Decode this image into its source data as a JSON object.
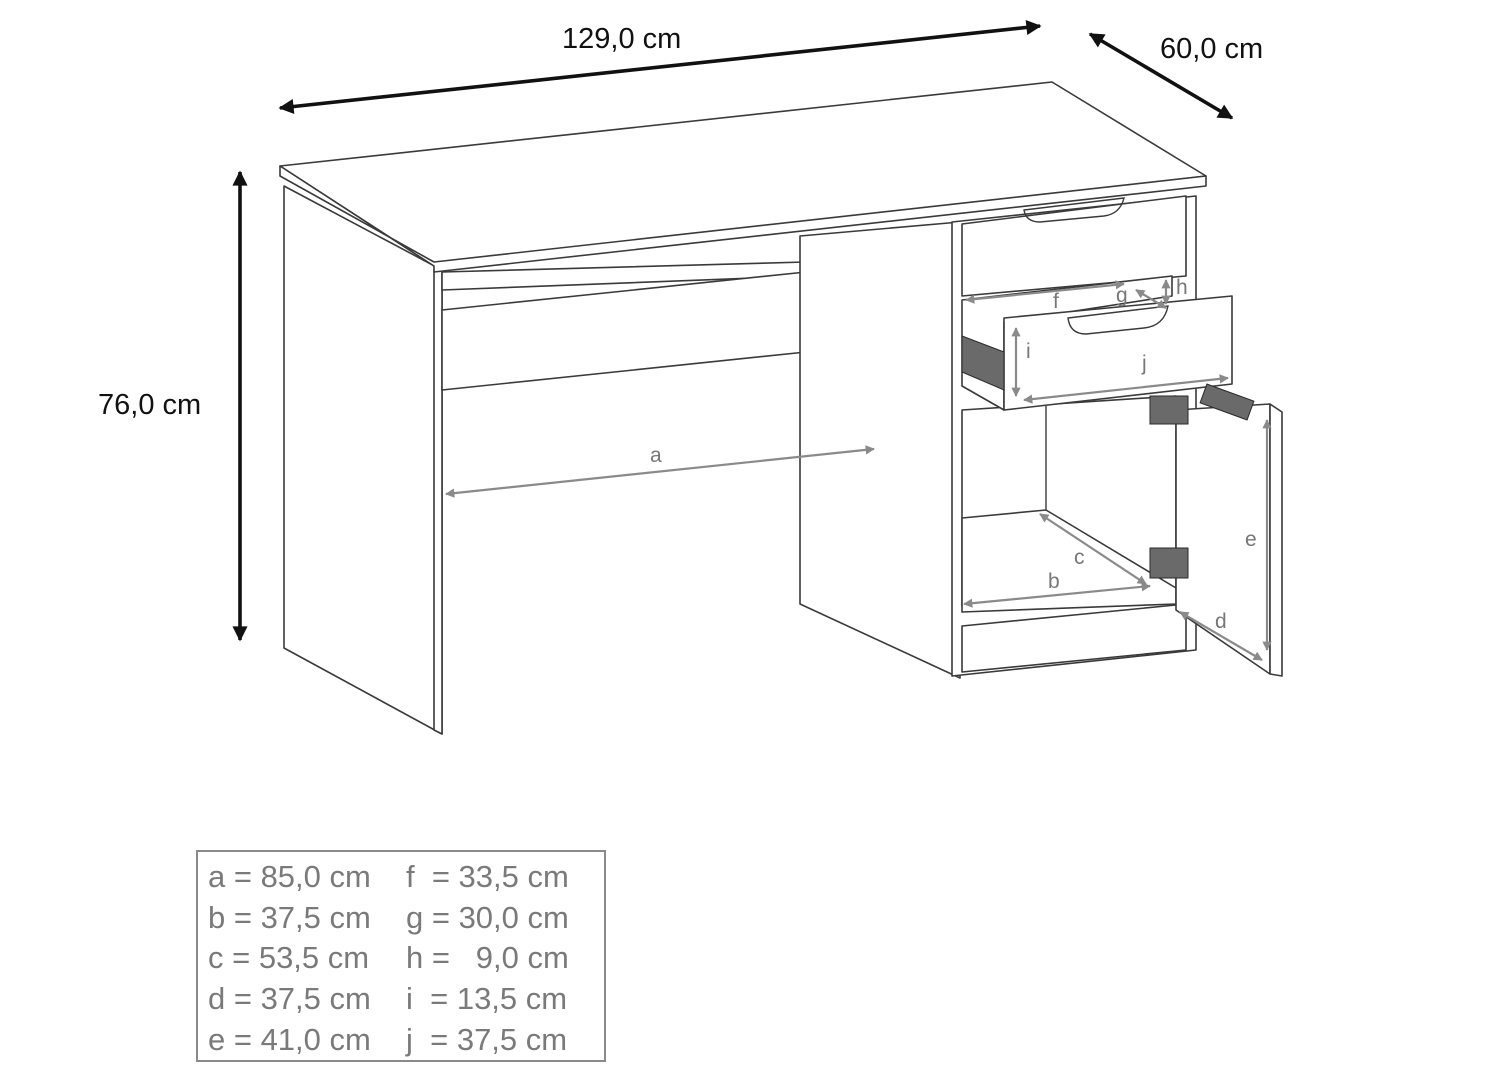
{
  "dimensions": {
    "width": "129,0 cm",
    "depth": "60,0 cm",
    "height": "76,0 cm"
  },
  "callouts": [
    "a",
    "b",
    "c",
    "d",
    "e",
    "f",
    "g",
    "h",
    "i",
    "j"
  ],
  "legend": {
    "rows": [
      [
        "a = 85,0 cm",
        "f  = 33,5 cm"
      ],
      [
        "b = 37,5 cm",
        "g = 30,0 cm"
      ],
      [
        "c = 53,5 cm",
        "h =   9,0 cm"
      ],
      [
        "d = 37,5 cm",
        "i  = 13,5 cm"
      ],
      [
        "e = 41,0 cm",
        "j  = 37,5 cm"
      ]
    ]
  }
}
